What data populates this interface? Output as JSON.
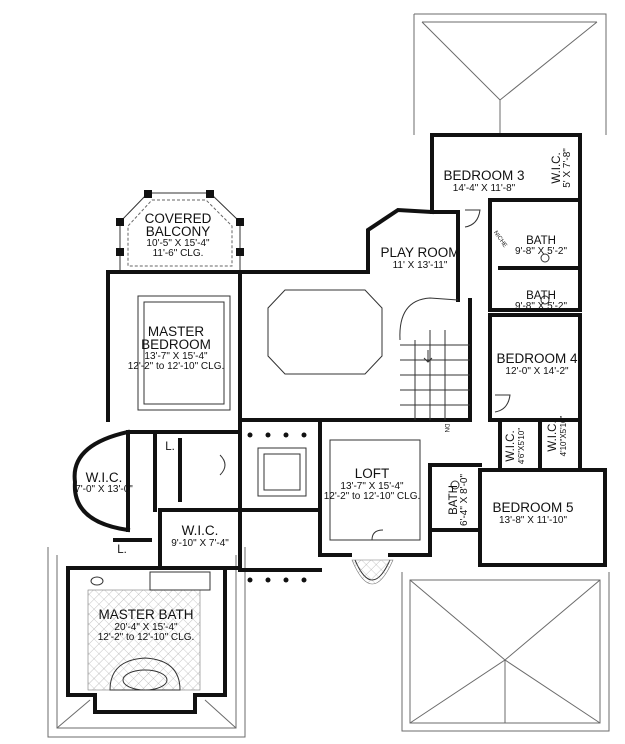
{
  "rooms": {
    "bedroom3": {
      "name": "BEDROOM 3",
      "dims": "14'-4\" X 11'-8\""
    },
    "wic_b3": {
      "name": "W.I.C.",
      "dims": "5' X 7'-8\""
    },
    "play_room": {
      "name": "PLAY ROOM",
      "dims": "11' X 13'-11\""
    },
    "niche": {
      "name": "NICHE"
    },
    "bath1": {
      "name": "BATH",
      "dims": "9'-8\" X 5'-2\""
    },
    "bath2": {
      "name": "BATH",
      "dims": "9'-8\" X 5'-2\""
    },
    "covered_balcony": {
      "name_line1": "COVERED",
      "name_line2": "BALCONY",
      "dims": "10'-5\" X 15'-4\"",
      "ceiling": "11'-6\" CLG."
    },
    "master_bedroom": {
      "name_line1": "MASTER",
      "name_line2": "BEDROOM",
      "dims": "13'-7\" X 15'-4\"",
      "ceiling": "12'-2\" to 12'-10\" CLG."
    },
    "bedroom4": {
      "name": "BEDROOM 4",
      "dims": "12'-0\" X 14'-2\""
    },
    "wic_left": {
      "name": "W.I.C.",
      "dims": "7'-0\" X 13'-0\""
    },
    "linen1": {
      "name": "L."
    },
    "loft": {
      "name": "LOFT",
      "dims": "13'-7\" X 15'-4\"",
      "ceiling": "12'-2\" to 12'-10\" CLG."
    },
    "wic_b4a": {
      "name": "W.I.C.",
      "dims": "4'6\"X5'10\""
    },
    "wic_b4b": {
      "name": "W.I.C.",
      "dims": "4'10\"X5'10\""
    },
    "bath3": {
      "name": "BATH",
      "dims": "6'-4\" X 8'-0\""
    },
    "bedroom5": {
      "name": "BEDROOM 5",
      "dims": "13'-8\" X 11'-10\""
    },
    "wic_master": {
      "name": "W.I.C.",
      "dims": "9'-10\" X 7'-4\""
    },
    "linen2": {
      "name": "L."
    },
    "master_bath": {
      "name": "MASTER BATH",
      "dims": "20'-4\" X 15'-4\"",
      "ceiling": "12'-2\" to 12'-10\" CLG."
    }
  },
  "stair": {
    "label": "DN"
  }
}
